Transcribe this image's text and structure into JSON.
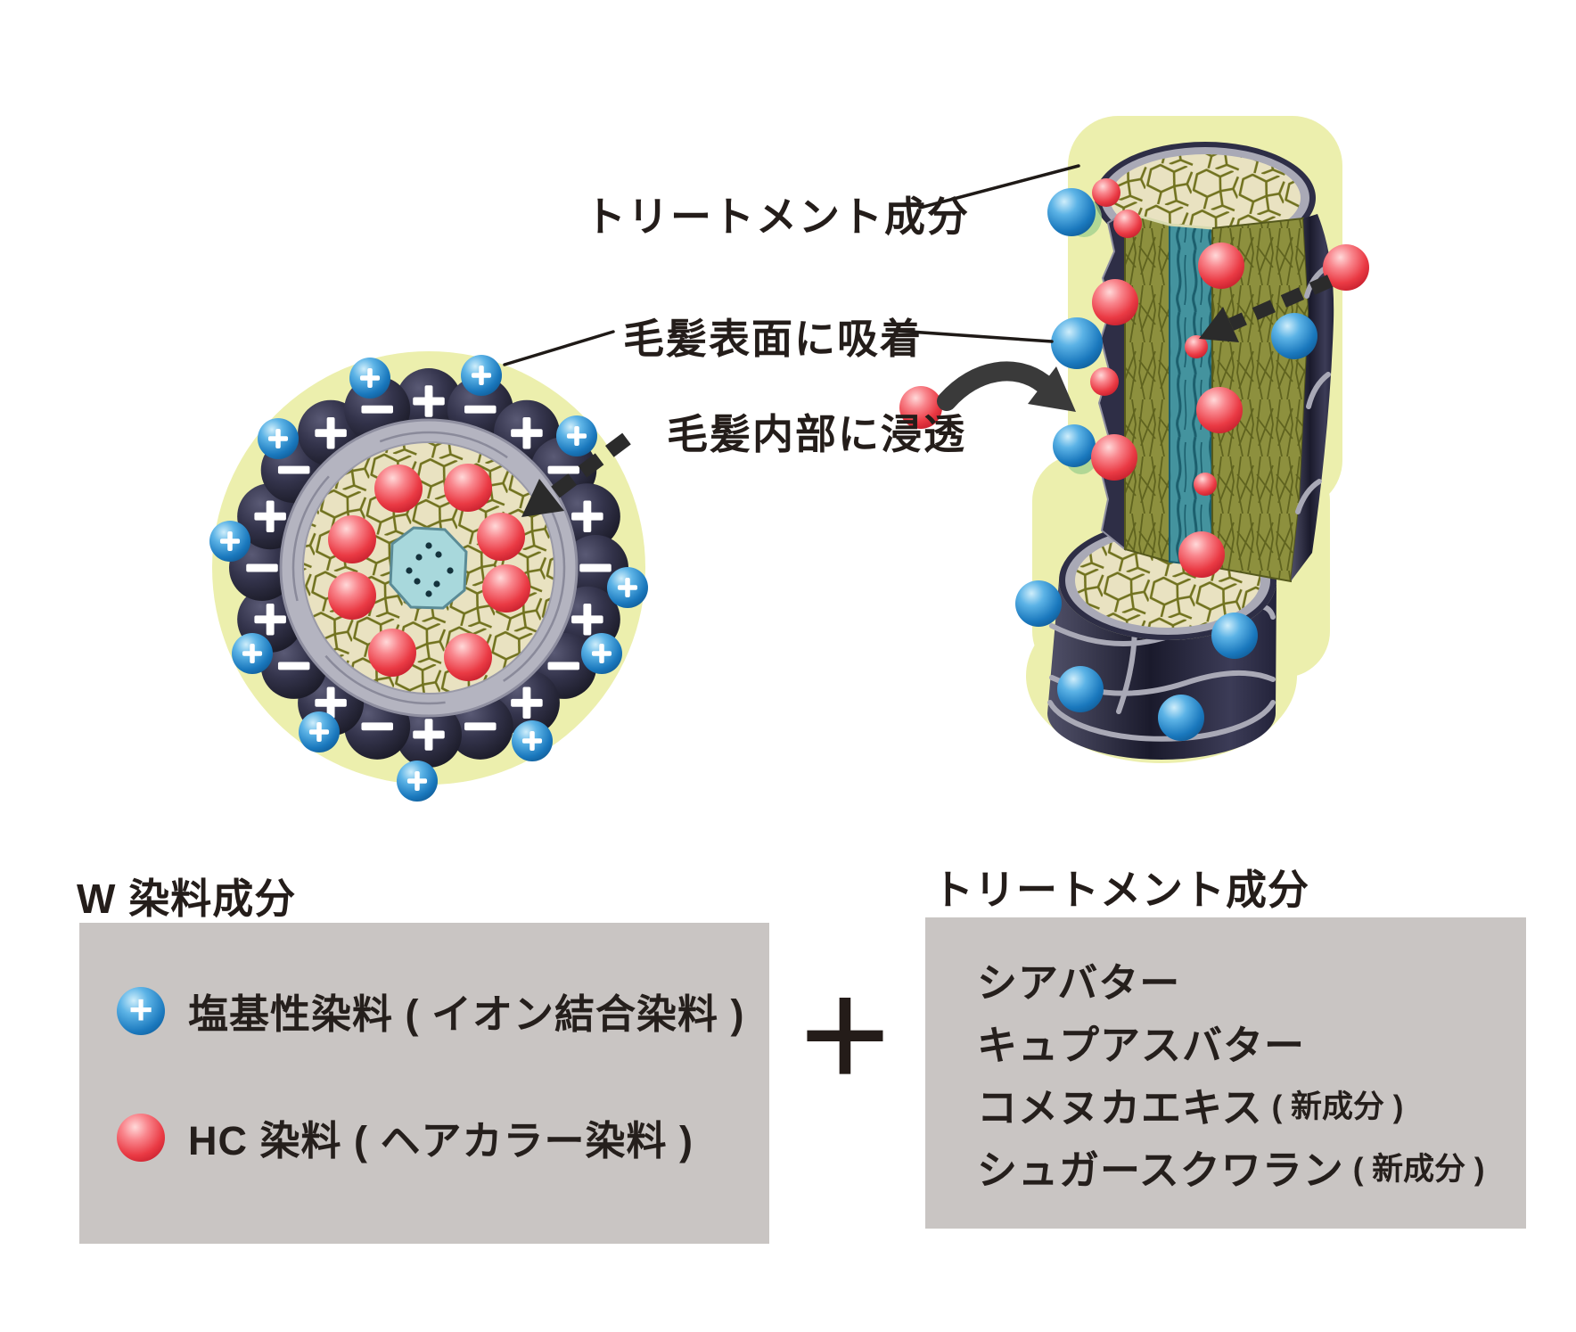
{
  "diagram": {
    "labels": {
      "treatment_top": "トリートメント成分",
      "surface": "毛髪表面に吸着",
      "penetrate": "毛髪内部に浸透"
    },
    "cross_section": {
      "plus_sign": "+",
      "minus_sign": "−",
      "description": "hair cross-section: cuticle ring of charged particles, cortex cells, central medulla, HC dye spheres inside"
    },
    "shaft": {
      "description": "3D hair shaft cutaway: cuticle, cortex fibers, medulla core, treatment and dye spheres"
    }
  },
  "legend": {
    "plus_sign": "+",
    "dye": {
      "heading": "W 染料成分",
      "items": [
        {
          "icon": "blue-plus-sphere",
          "label": "塩基性染料 ( イオン結合染料 )"
        },
        {
          "icon": "red-sphere",
          "label": "HC 染料 ( ヘアカラー染料 )"
        }
      ]
    },
    "treatment": {
      "heading": "トリートメント成分",
      "items": [
        {
          "name": "シアバター",
          "note": ""
        },
        {
          "name": "キュプアスバター",
          "note": ""
        },
        {
          "name": "コメヌカエキス",
          "note": "( 新成分 )"
        },
        {
          "name": "シュガースクワラン",
          "note": "( 新成分 )"
        }
      ]
    }
  },
  "colors": {
    "halo": "#ecefad",
    "charge_sphere": "#2c2c44",
    "dye_blue": "#1a78bd",
    "dye_red": "#e93a44",
    "cuticle_gray": "#b0b0bc",
    "cortex_cream": "#e9e2c1",
    "medulla_teal": "#9fd4d8",
    "box_gray": "#c9c5c3"
  }
}
